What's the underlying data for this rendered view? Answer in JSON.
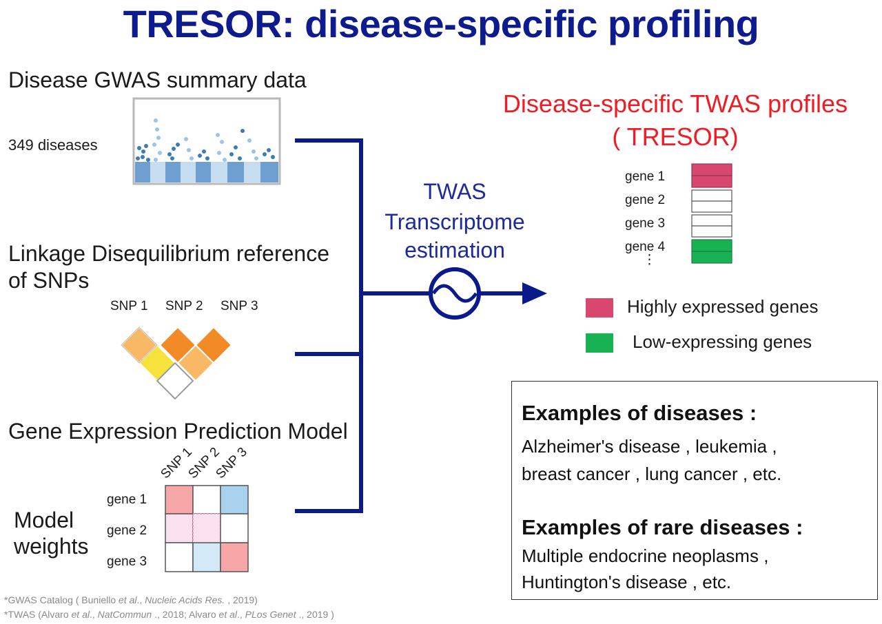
{
  "title": "TRESOR: disease-specific profiling",
  "gwas": {
    "heading": "Disease GWAS summary data",
    "count_label": "349 diseases"
  },
  "ld": {
    "heading_line1": "Linkage Disequilibrium reference",
    "heading_line2": "of SNPs",
    "snp_labels": [
      "SNP 1",
      "SNP 2",
      "SNP 3"
    ]
  },
  "model": {
    "heading": "Gene Expression Prediction Model",
    "weights_line1": "Model",
    "weights_line2": "weights",
    "snp_labels": [
      "SNP 1",
      "SNP 2",
      "SNP 3"
    ],
    "gene_labels": [
      "gene 1",
      "gene 2",
      "gene 3"
    ]
  },
  "process": {
    "line1": "TWAS",
    "line2": "Transcriptome",
    "line3": "estimation"
  },
  "output": {
    "title_line1": "Disease-specific TWAS profiles",
    "title_line2": "( TRESOR)",
    "genes": [
      "gene 1",
      "gene 2",
      "gene 3",
      "gene 4"
    ],
    "ellipsis": "⋮"
  },
  "legend": {
    "high_label": "Highly expressed genes",
    "low_label": "Low-expressing genes",
    "high_color": "#d9476f",
    "low_color": "#19b253"
  },
  "examples": {
    "diseases_heading": "Examples of diseases :",
    "diseases_line1": "Alzheimer's disease , leukemia ,",
    "diseases_line2": "breast cancer , lung cancer , etc.",
    "rare_heading": "Examples of rare diseases :",
    "rare_line1": "Multiple endocrine neoplasms ,",
    "rare_line2": "Huntington's disease , etc."
  },
  "footnotes": {
    "gwas_a": "*GWAS Catalog ( Buniello ",
    "gwas_b": "et al",
    "gwas_c": "., ",
    "gwas_d": "Nucleic Acids Res.",
    "gwas_e": " , 2019)",
    "twas_a": "*TWAS (Alvaro ",
    "twas_b": "et al",
    "twas_c": "., ",
    "twas_d": "NatCommun",
    "twas_e": " ., 2018; Alvaro ",
    "twas_f": "et al",
    "twas_g": "., ",
    "twas_h": "PLos Genet",
    "twas_i": " ., 2019 )"
  },
  "colors": {
    "title_blue": "#0d1b8c",
    "connector_blue": "#0a1a8a",
    "output_red": "#ee1c24"
  }
}
